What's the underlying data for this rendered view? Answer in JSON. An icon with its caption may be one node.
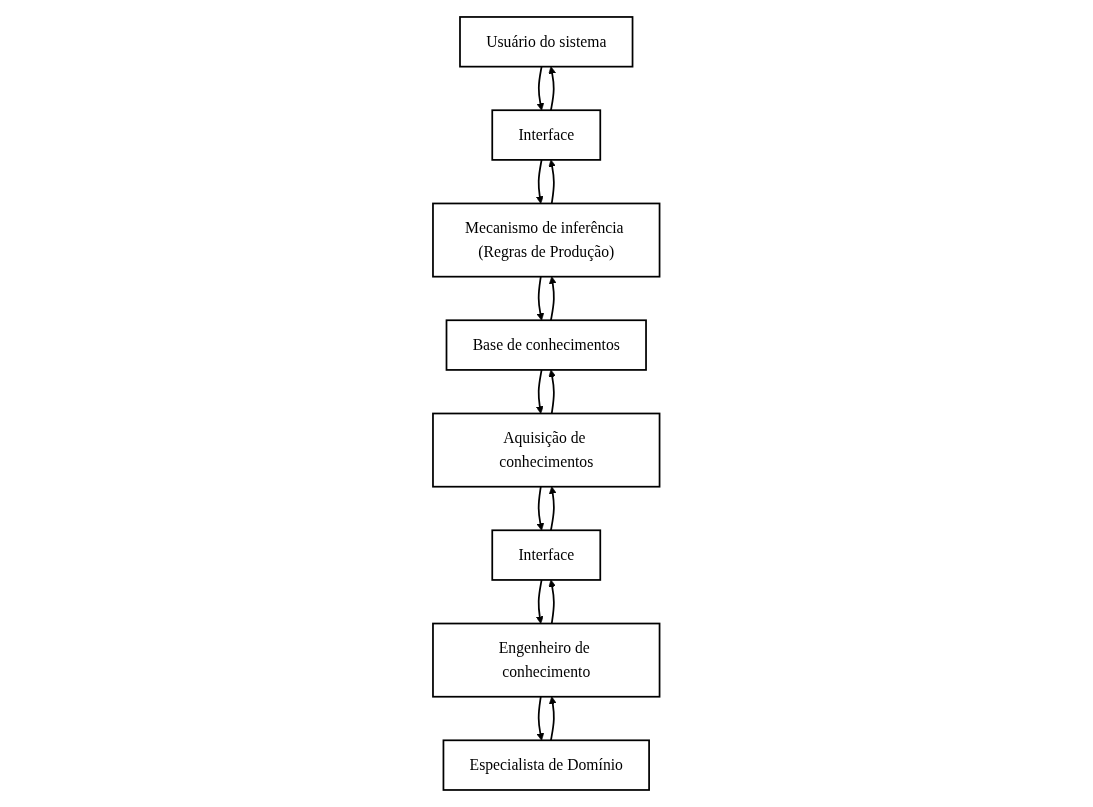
{
  "diagram": {
    "nodes": [
      {
        "text": [
          "Usuário do sistema"
        ]
      },
      {
        "text": [
          "Interface"
        ]
      },
      {
        "text": [
          "Mecanismo de inferência (Regras de Produção)"
        ]
      },
      {
        "text": [
          "Base de conhecimentos"
        ]
      },
      {
        "text": [
          "Especialista de Domínio"
        ]
      },
      {
        "text": [
          "Engenheiro de conhecimento"
        ]
      },
      {
        "text": [
          "Interface"
        ]
      },
      {
        "text": [
          "Aquisição de conhecimentos"
        ]
      }
    ],
    "edges": [
      {
        "from": 1,
        "to": 0,
        "arrow": "to"
      },
      {
        "from": 0,
        "to": 1,
        "arrow": "to"
      },
      {
        "from": 2,
        "to": 1,
        "arrow": "to"
      },
      {
        "from": 1,
        "to": 2,
        "arrow": "to"
      },
      {
        "from": 2,
        "to": 3,
        "arrow": "to"
      },
      {
        "from": 3,
        "to": 2,
        "arrow": "to"
      },
      {
        "from": 5,
        "to": 4,
        "arrow": "to"
      },
      {
        "from": 4,
        "to": 5,
        "arrow": "to"
      },
      {
        "from": 6,
        "to": 5,
        "arrow": "to"
      },
      {
        "from": 5,
        "to": 6,
        "arrow": "to"
      },
      {
        "from": 7,
        "to": 6,
        "arrow": "to"
      },
      {
        "from": 6,
        "to": 7,
        "arrow": "to"
      },
      {
        "from": 7,
        "to": 3,
        "arrow": "to"
      },
      {
        "from": 3,
        "to": 7,
        "arrow": "to"
      }
    ]
  }
}
